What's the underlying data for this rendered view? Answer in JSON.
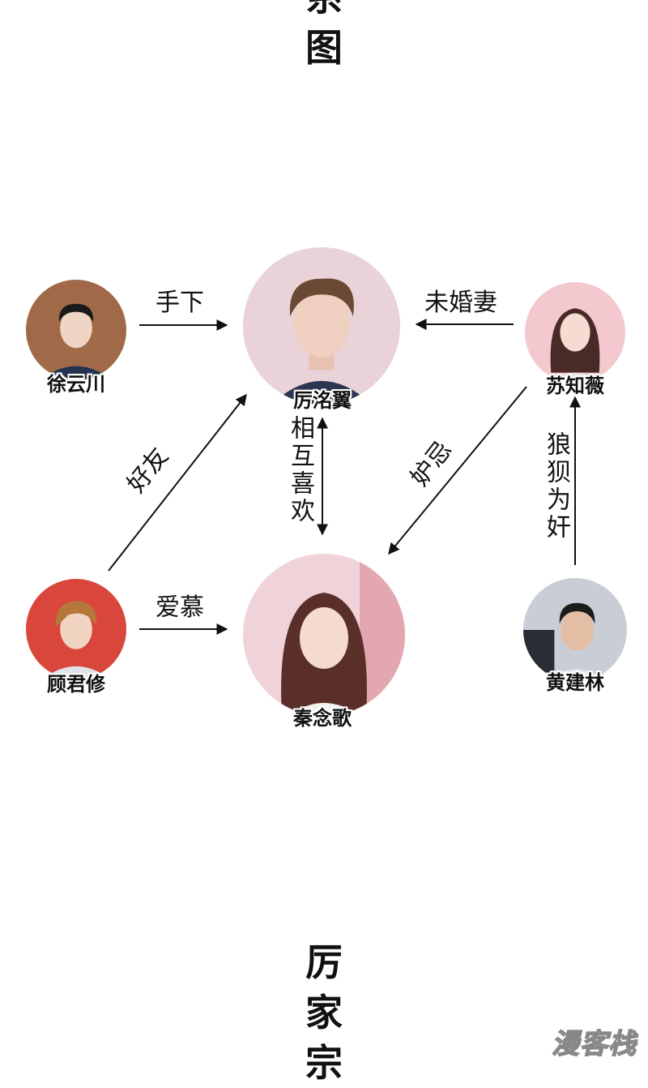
{
  "top_title_chars": [
    "系",
    "图"
  ],
  "bottom_title_chars": [
    "厉",
    "家",
    "宗"
  ],
  "people": {
    "li_yiyi": "厉洺翼",
    "xu_yunchuan": "徐云川",
    "su_zhiwei": "苏知薇",
    "gu_junxiu": "顾君修",
    "qin_niange": "秦念歌",
    "huang_jianlin": "黄建林"
  },
  "relations": {
    "subordinate": "手下",
    "fiancee": "未婚妻",
    "friend": "好友",
    "mutual_love": "相互喜欢",
    "jealousy": "妒忌",
    "collusion": "狼狈为奸",
    "admiration": "爱慕"
  },
  "watermark": "漫客栈"
}
